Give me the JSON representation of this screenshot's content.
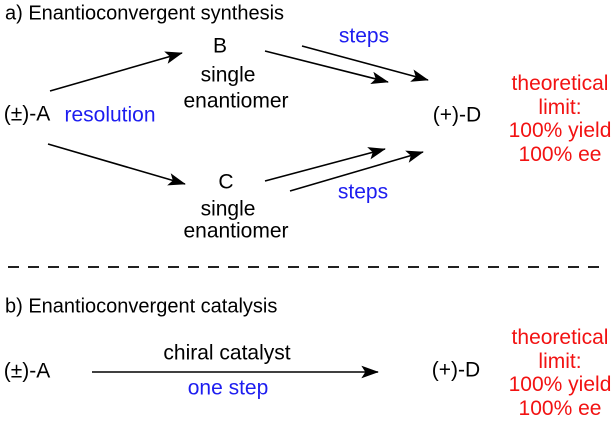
{
  "colors": {
    "text": "#000000",
    "accent_blue": "#1d1df0",
    "accent_red": "#f21212"
  },
  "section_a": {
    "title": "a) Enantioconvergent synthesis",
    "start_label": "(±)-A",
    "resolution_label": "resolution",
    "branch_b": {
      "name": "B",
      "line1": "single",
      "line2": "enantiomer"
    },
    "branch_c": {
      "name": "C",
      "line1": "single",
      "line2": "enantiomer"
    },
    "steps_top_label": "steps",
    "steps_bottom_label": "steps",
    "product_label": "(+)-D",
    "theoretical_note": {
      "lines": [
        "theoretical",
        "limit:",
        "100% yield",
        "100% ee"
      ]
    }
  },
  "section_b": {
    "title": "b) Enantioconvergent catalysis",
    "start_label": "(±)-A",
    "arrow_top_label": "chiral catalyst",
    "arrow_bottom_label": "one step",
    "product_label": "(+)-D",
    "theoretical_note": {
      "lines": [
        "theoretical",
        "limit:",
        "100% yield",
        "100% ee"
      ]
    }
  }
}
